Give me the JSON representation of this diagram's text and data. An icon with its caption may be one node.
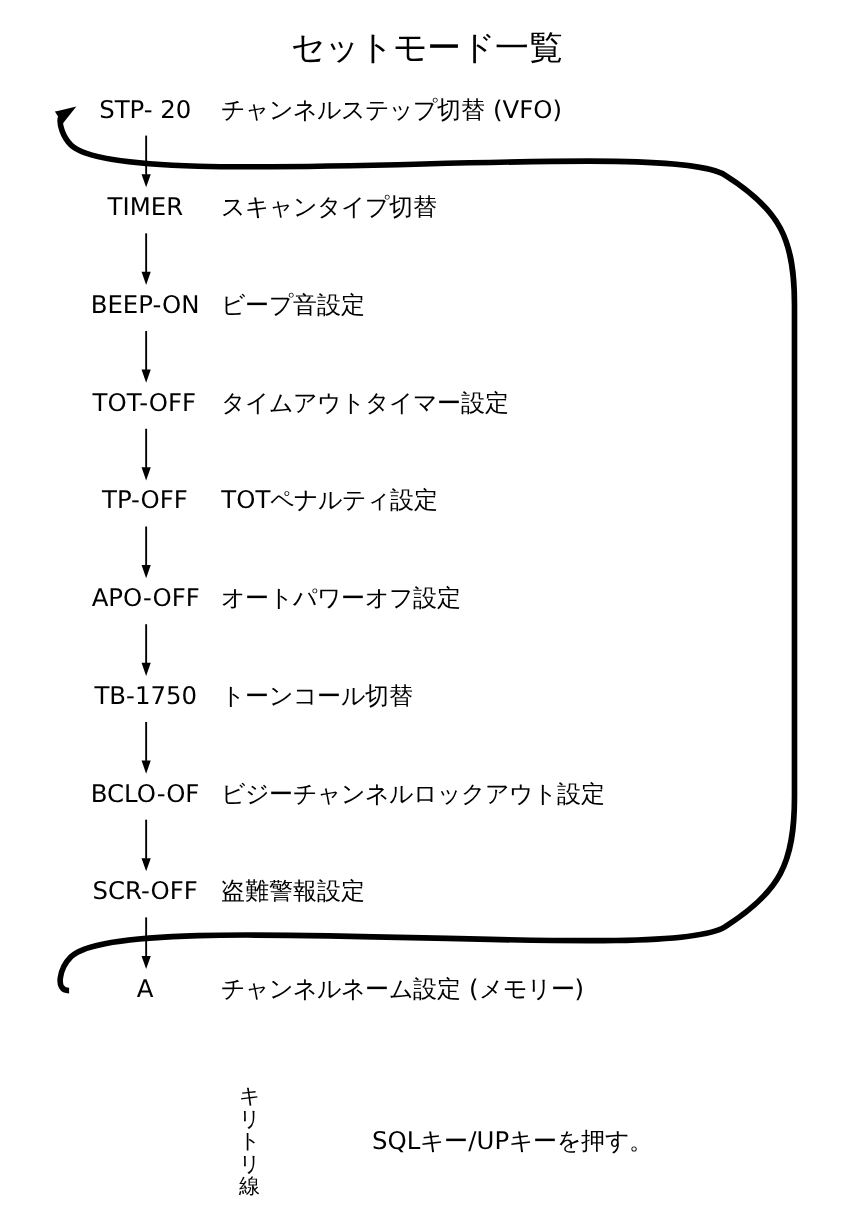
{
  "diagram": {
    "title": "セットモード一覧",
    "nodes": [
      {
        "text": [
          "STP- 20"
        ],
        "beside": [
          "チャンネルステップ切替 (VFO)"
        ]
      },
      {
        "text": [
          "TIMER"
        ],
        "beside": [
          "スキャンタイプ切替"
        ]
      },
      {
        "text": [
          "BEEP-ON"
        ],
        "beside": [
          "ビープ音設定"
        ]
      },
      {
        "text": [
          "TOT-OFF"
        ],
        "beside": [
          "タイムアウトタイマー設定"
        ]
      },
      {
        "text": [
          "TP-OFF"
        ],
        "beside": [
          "TOTペナルティ設定"
        ]
      },
      {
        "text": [
          "APO-OFF"
        ],
        "beside": [
          "オートパワーオフ設定"
        ]
      },
      {
        "text": [
          "TB-1750"
        ],
        "beside": [
          "トーンコール切替"
        ]
      },
      {
        "text": [
          "BCLO-OF"
        ],
        "beside": [
          "ビジーチャンネルロックアウト設定"
        ]
      },
      {
        "text": [
          "SCR-OFF"
        ],
        "beside": [
          "盗難警報設定"
        ]
      },
      {
        "text": [
          "A"
        ],
        "beside": [
          "チャンネルネーム設定 (メモリー)"
        ]
      }
    ],
    "edges": [
      {
        "from": 0,
        "to": 1,
        "arrow": "to"
      },
      {
        "from": 1,
        "to": 2,
        "arrow": "to"
      },
      {
        "from": 2,
        "to": 3,
        "arrow": "to"
      },
      {
        "from": 3,
        "to": 4,
        "arrow": "to"
      },
      {
        "from": 4,
        "to": 5,
        "arrow": "to"
      },
      {
        "from": 5,
        "to": 6,
        "arrow": "to"
      },
      {
        "from": 6,
        "to": 7,
        "arrow": "to"
      },
      {
        "from": 7,
        "to": 8,
        "arrow": "to"
      },
      {
        "from": 8,
        "to": 9,
        "arrow": "to"
      },
      {
        "from": 9,
        "to": 0,
        "arrow": "to",
        "style": "thick"
      }
    ],
    "labels": [
      "キリトリ線",
      "SQLキー/UPキーを押す。"
    ]
  }
}
